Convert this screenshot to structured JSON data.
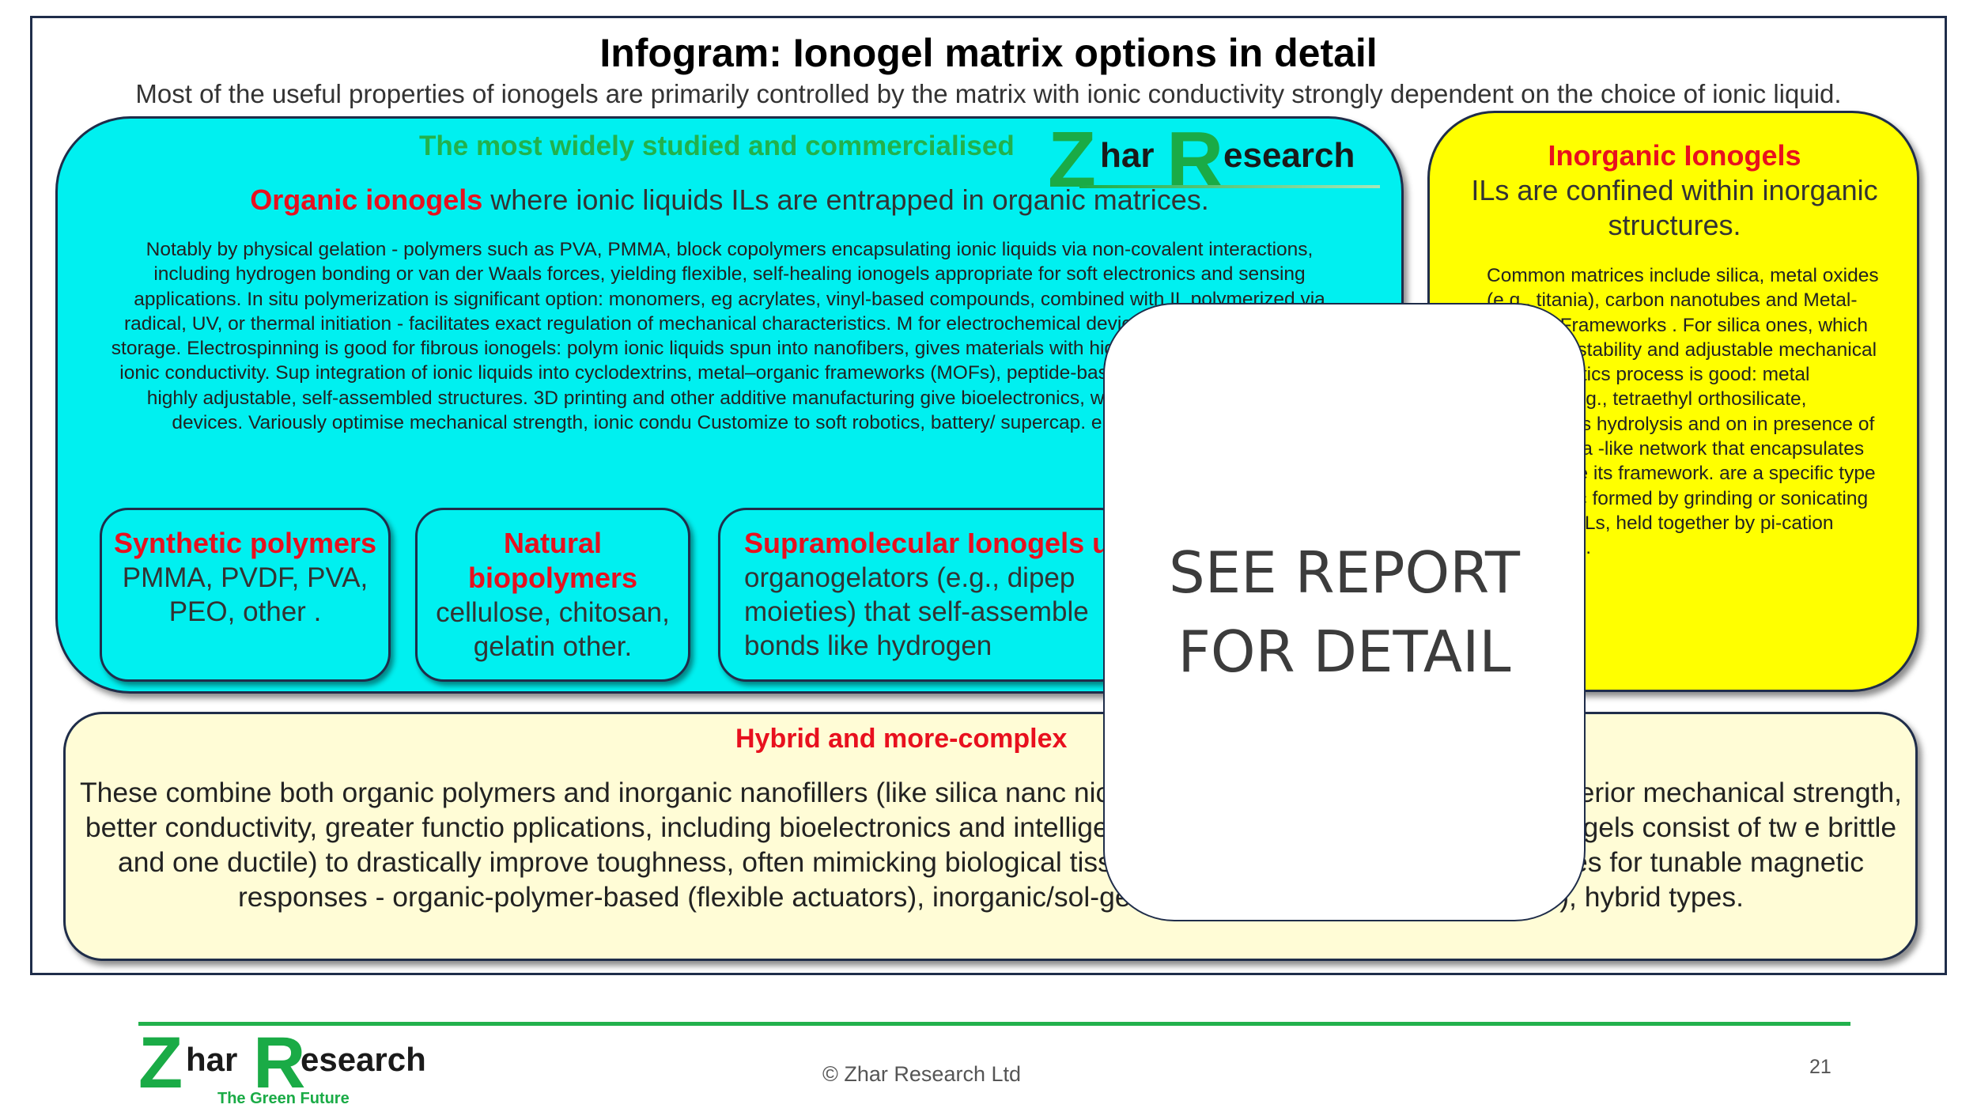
{
  "header": {
    "title": "Infogram: Ionogel matrix options in detail",
    "subtitle": "Most of the useful properties of ionogels are primarily controlled by the matrix with ionic conductivity strongly dependent on the choice of ionic liquid."
  },
  "organic": {
    "tag": "The most widely studied and commercialised",
    "heading_red": "Organic ionogels",
    "heading_rest": " where ionic liquids ILs are entrapped in organic matrices.",
    "body": "Notably by physical gelation - polymers such as PVA, PMMA, block copolymers encapsulating ionic liquids via non-covalent interactions, including hydrogen bonding or van der Waals forces, yielding flexible, self-healing ionogels appropriate for soft electronics and sensing applications. In situ polymerization is significant option: monomers, eg acrylates, vinyl-based compounds, combined with IL  polymerized via radical, UV, or thermal initiation - facilitates exact regulation of mechanical characteristics. M for electrochemical devices, membranes, energy storage. Electrospinning is good for fibrous ionogels: polym ionic liquids spun into nanofibers, gives materials with high surface area/ exceptional ionic conductivity. Sup integration of ionic liquids into cyclodextrins, metal–organic frameworks (MOFs), peptide-based networks, ex creation of highly adjustable, self-assembled structures. 3D printing and other additive manufacturing give bioelectronics, wearable sensors, energy devices.  Variously optimise mechanical strength, ionic condu Customize to soft robotics, battery/ supercap. electrolyte membranes",
    "sub1": {
      "heading": "Synthetic polymers",
      "text": "PMMA, PVDF, PVA, PEO, other ."
    },
    "sub2": {
      "heading": "Natural biopolymers",
      "text": "cellulose, chitosan, gelatin other."
    },
    "sub3": {
      "heading": "Supramolecular Ionogels u",
      "text": "organogelators (e.g., dipep moieties) that self-assemble bonds like hydrogen"
    }
  },
  "inorganic": {
    "heading_red": "Inorganic Ionogels",
    "heading_rest": "ILs are confined within inorganic structures.",
    "body": "Common matrices include silica, metal oxides (e.g., titania), carbon nanotubes and Metal-Organic Frameworks . For silica ones, which have heat stability and adjustable mechanical characteristics process is good: metal alkoxide (e.g., tetraethyl orthosilicate, experiences hydrolysis and on in presence of IL creating a -like network that encapsulates liquid inside its framework. are a specific type of inorganic formed by grinding or sonicating tubes with ILs, held together by pi-cation interactions."
  },
  "hybrid": {
    "heading": "Hybrid  and more-complex",
    "body": "These combine both organic polymers and inorganic nanofillers (like silica nanc nical strength and ionic conductivity. Superior mechanical strength, better conductivity, greater functio pplications, including bioelectronics and intelligent coatings Double-Network (DN) Ionogels consist of tw e brittle and one ductile) to drastically improve toughness, often mimicking biological tissues like cartilage. n oxide nanoparticles for tunable magnetic responses - organic-polymer-based (flexible actuators), inorganic/sol-gel-derived (stable, high-temperature), hybrid types."
  },
  "overlay": {
    "text": "SEE REPORT\nFOR DETAIL"
  },
  "logo": {
    "z": "Z",
    "har": "har",
    "r": "R",
    "esearch": "esearch",
    "tagline": "The Green Future"
  },
  "footer": {
    "copyright": "© Zhar Research Ltd",
    "page_number": "21"
  },
  "colors": {
    "organic_bg": "#00f0f0",
    "inorganic_bg": "#ffff00",
    "hybrid_bg": "#fffcd6",
    "accent_red": "#e8101e",
    "brand_green": "#1aab46"
  }
}
